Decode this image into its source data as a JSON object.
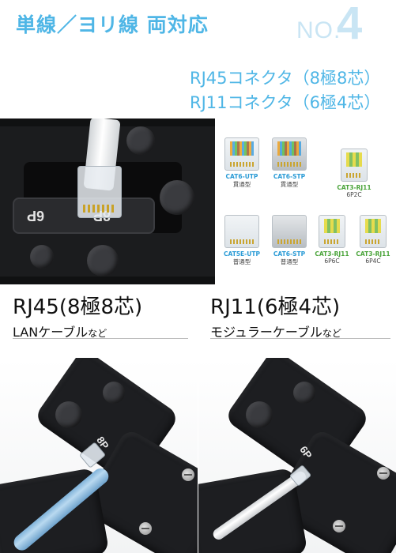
{
  "header": {
    "title": "単線／ヨリ線 両対応",
    "no_prefix": "NO.",
    "no_number": "4"
  },
  "specs": [
    "RJ45コネクタ（8極8芯）",
    "RJ11コネクタ（6極4芯）"
  ],
  "tool_photo": {
    "die_labels": [
      "6P",
      "8P"
    ]
  },
  "connectors": [
    {
      "type": "CAT6-UTP",
      "desc": "貫通型"
    },
    {
      "type": "CAT6-STP",
      "desc": "貫通型"
    },
    {
      "type": "CAT3-RJ11",
      "desc": "6P2C"
    },
    {
      "type": "CAT5E-UTP",
      "desc": "普通型"
    },
    {
      "type": "CAT6-STP",
      "desc": "普通型"
    },
    {
      "type": "CAT3-RJ11",
      "desc": "6P6C"
    },
    {
      "type": "CAT3-RJ11",
      "desc": "6P4C"
    }
  ],
  "labels": {
    "rj45_title": "RJ45(8極8芯)",
    "rj45_sub": "LANケーブル",
    "rj45_sub_suffix": "など",
    "rj11_title": "RJ11(6極4芯)",
    "rj11_sub": "モジュラーケーブル",
    "rj11_sub_suffix": "など"
  },
  "bottom_photos": {
    "left_die": "8P",
    "right_die": "6P"
  },
  "colors": {
    "accent": "#4fb6e6",
    "number_tint": "#c9e5f4",
    "utp_caption": "#2a9bd6",
    "rj11_caption": "#4aa43a"
  }
}
